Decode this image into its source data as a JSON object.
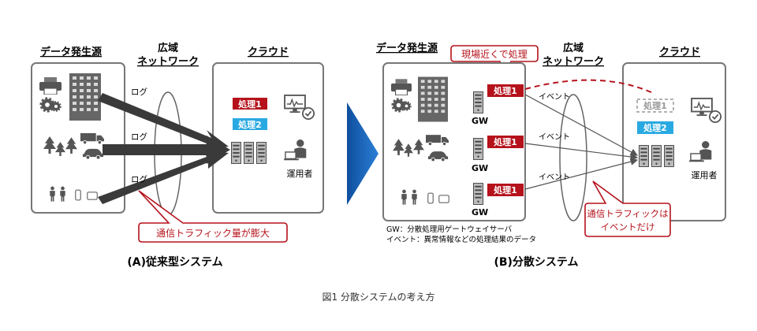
{
  "figure_caption": "図1 分散システムの考え方",
  "panel_a": {
    "title": "(A)従来型システム",
    "source_label": "データ発生源",
    "network_label_line1": "広域",
    "network_label_line2": "ネットワーク",
    "cloud_label": "クラウド",
    "log_labels": [
      "ログ",
      "ログ",
      "ログ"
    ],
    "process1": "処理1",
    "process2": "処理2",
    "operator": "運用者",
    "callout": "通信トラフィック量が膨大"
  },
  "panel_b": {
    "title": "(B)分散システム",
    "source_label": "データ発生源",
    "network_label_line1": "広域",
    "network_label_line2": "ネットワーク",
    "cloud_label": "クラウド",
    "callout_top": "現場近くで処理",
    "edge_process": [
      "処理1",
      "処理1",
      "処理1"
    ],
    "gw_labels": [
      "GW",
      "GW",
      "GW"
    ],
    "event_labels": [
      "イベント",
      "イベント",
      "イベント"
    ],
    "cloud_process1_ghost": "処理1",
    "cloud_process2": "処理2",
    "operator": "運用者",
    "callout_bottom_line1": "通信トラフィックは",
    "callout_bottom_line2": "イベントだけ",
    "legend_line1": "GW：分散処理用ゲートウェイサーバ",
    "legend_line2": "イベント：異常情報などの処理結果のデータ"
  },
  "colors": {
    "accent_red": "#b5121b",
    "accent_cyan": "#29a9e1",
    "arrow_blue": "#1b63b5",
    "dark_arrow": "#3a3a3a",
    "icon_gray": "#555555"
  }
}
